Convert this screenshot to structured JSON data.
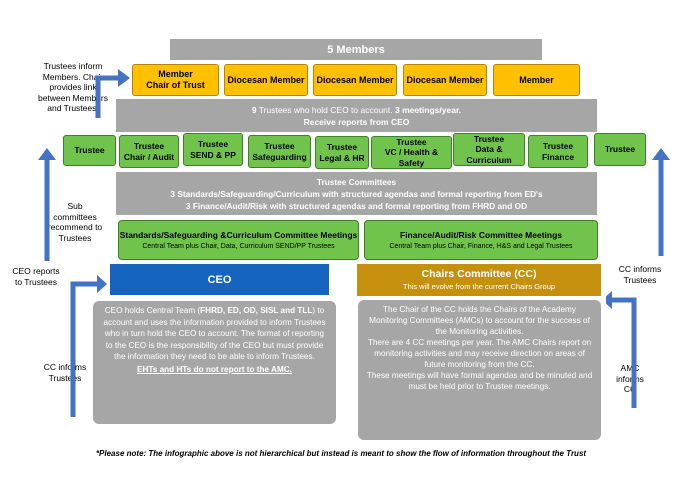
{
  "members_title": "5 Members",
  "members": [
    "Member\nChair of Trust",
    "Diocesan Member",
    "Diocesan Member",
    "Diocesan Member",
    "Member"
  ],
  "trustees_info": {
    "line1_a": "9",
    "line1_b": " Trustees who hold CEO to account. ",
    "line1_c": "3 meetings/year.",
    "line2": "Receive reports from CEO"
  },
  "trustees": [
    "Trustee",
    "Trustee\nChair / Audit",
    "Trustee\nSEND & PP",
    "Trustee\nSafeguarding",
    "Trustee\nLegal & HR",
    "Trustee\nVC / Health & Safety",
    "Trustee\nData & Curriculum",
    "Trustee\nFinance",
    "Trustee"
  ],
  "committees": {
    "title": "Trustee Committees",
    "line1": "3 Standards/Safeguarding/Curriculum with structured agendas and formal reporting from ED's",
    "line2": "3 Finance/Audit/Risk with structured agendas and formal reporting from FHRD and OD"
  },
  "standards_meetings": {
    "title": "Standards/Safeguarding &Curriculum Committee Meetings",
    "subtitle": "Central Team  plus Chair, Data, Curriculum SEND/PP Trustees"
  },
  "finance_meetings": {
    "title": "Finance/Audit/Risk Committee Meetings",
    "subtitle": "Central Team  plus Chair, Finance, H&S and Legal Trustees"
  },
  "ceo": {
    "title": "CEO",
    "text_a": "CEO holds Central Team (",
    "text_b": "FHRD, ED, OD, SISL and TLL",
    "text_c": ") to account and uses the information provided to inform Trustees who in turn hold the CEO to account.  The format of reporting to the CEO is the responsibility of the CEO but must provide the information they need to be able to inform Trustees.",
    "note": "EHTs and HTs do not report to the AMC."
  },
  "chairs_committee": {
    "title": "Chairs Committee (CC)",
    "subtitle": "This will evolve from the current Chairs Group",
    "text1": "The Chair of the CC holds the Chairs of the Academy Monitoring Committees (AMCs) to account for the success of the Monitoring activities.",
    "text2": "There are 4 CC meetings per year. The AMC Chairs report on monitoring activities and may receive direction on areas of future monitoring from the CC.",
    "text3": "These meetings will have formal agendas and be minuted and must be held prior to Trustee meetings."
  },
  "side_labels": {
    "trustees_inform": "Trustees inform Members. Chair provides link between Members and Trustees.",
    "sub_committees": "Sub committees recommend to Trustees",
    "ceo_reports": "CEO reports to Trustees",
    "cc_informs_left": "CC informs Trustees",
    "cc_informs_right": "CC informs Trustees",
    "amc_informs": "AMC informs CC"
  },
  "footnote": "*Please note: The infographic above is not hierarchical but instead is meant to show the flow of information throughout the Trust",
  "colors": {
    "grey": "#a6a6a6",
    "orange": "#ffc000",
    "green": "#70c44c",
    "blue": "#1565c0",
    "gold": "#c6900f",
    "arrow": "#4472c4"
  }
}
